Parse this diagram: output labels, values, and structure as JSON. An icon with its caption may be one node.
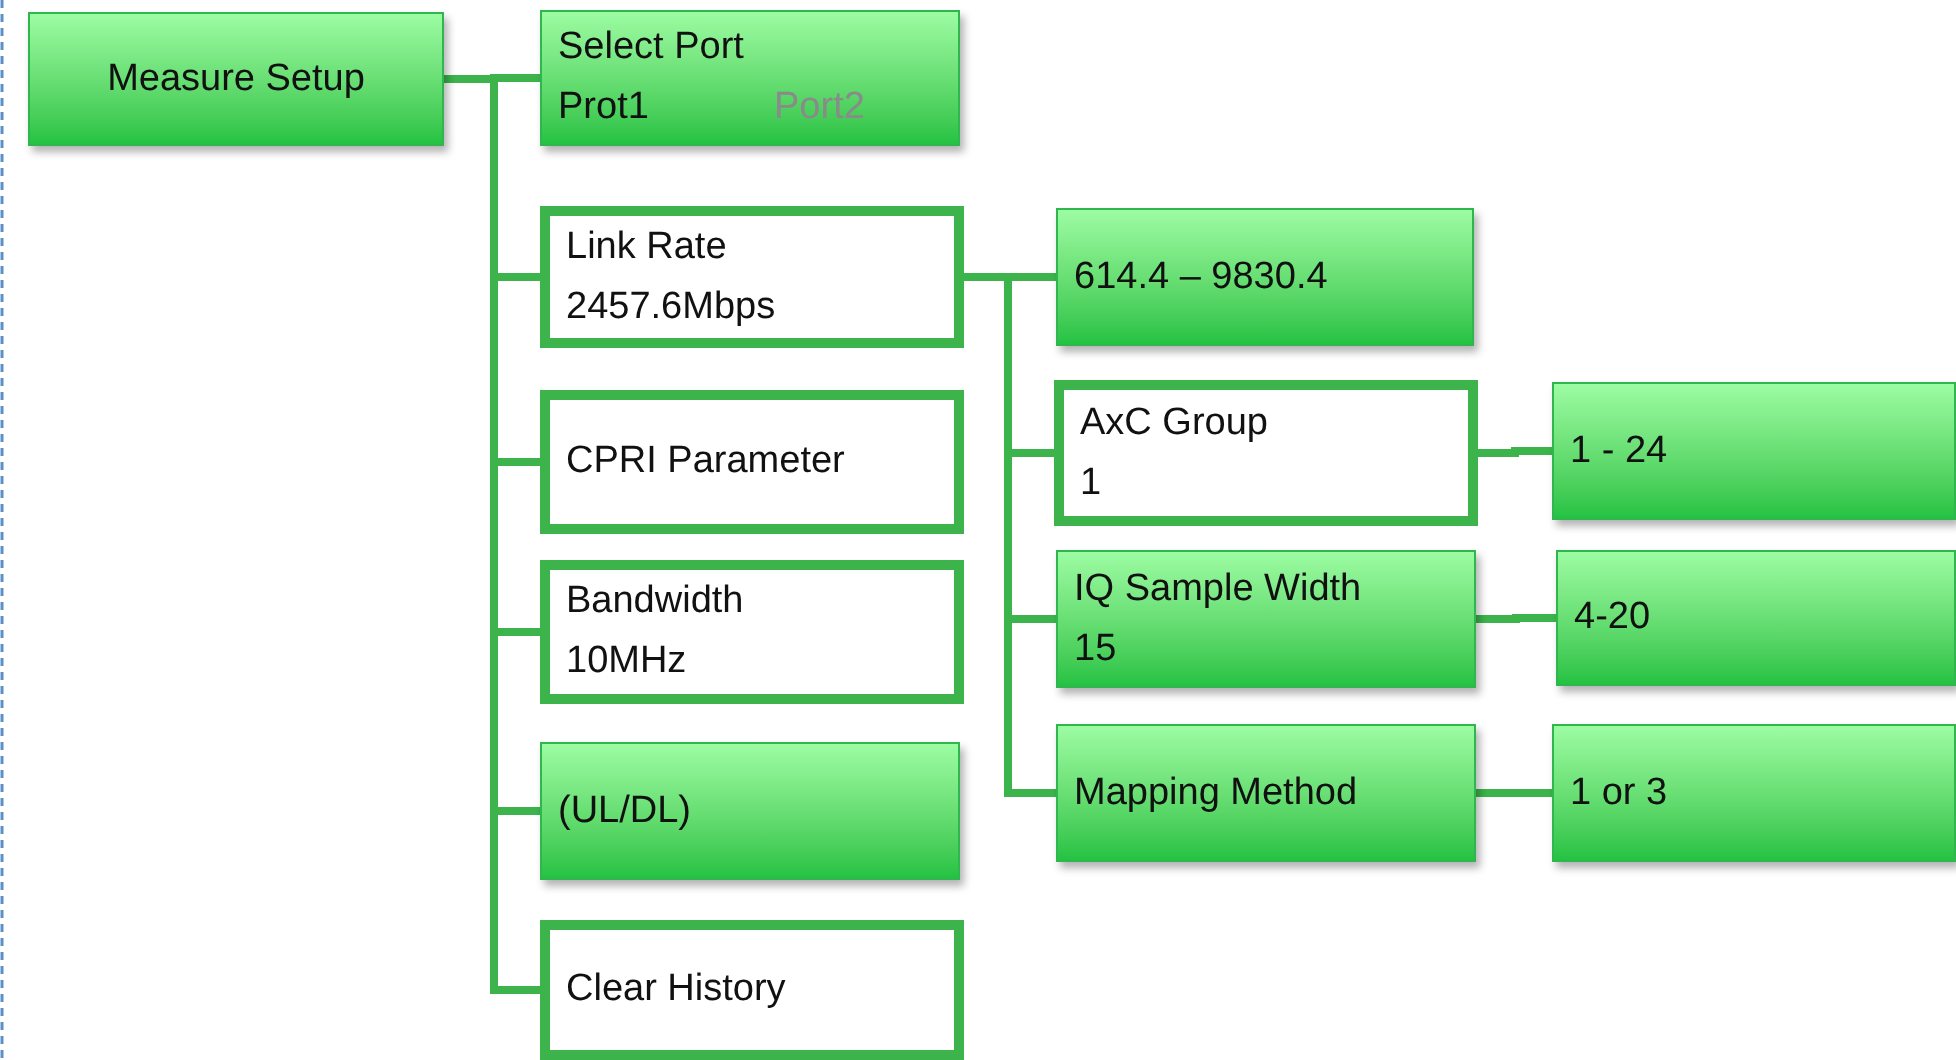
{
  "diagram": {
    "nodes": [
      {
        "text": [
          "Measure Setup"
        ]
      },
      {
        "text": [
          "Select Port",
          "Prot1",
          "Port2"
        ]
      },
      {
        "text": [
          "Link Rate",
          "2457.6Mbps"
        ]
      },
      {
        "text": [
          "CPRI Parameter"
        ]
      },
      {
        "text": [
          "Bandwidth",
          "10MHz"
        ]
      },
      {
        "text": [
          "(UL/DL)"
        ]
      },
      {
        "text": [
          "Clear History"
        ]
      },
      {
        "text": [
          "614.4 – 9830.4"
        ]
      },
      {
        "text": [
          "AxC Group",
          "1"
        ]
      },
      {
        "text": [
          "IQ Sample Width",
          "15"
        ]
      },
      {
        "text": [
          "Mapping Method"
        ]
      },
      {
        "text": [
          "1 - 24"
        ]
      },
      {
        "text": [
          "4-20"
        ]
      },
      {
        "text": [
          "1 or 3"
        ]
      }
    ],
    "edges": [
      {
        "from": 0,
        "to": 1,
        "arrow": "none"
      },
      {
        "from": 0,
        "to": 2,
        "arrow": "none"
      },
      {
        "from": 0,
        "to": 3,
        "arrow": "none"
      },
      {
        "from": 0,
        "to": 4,
        "arrow": "none"
      },
      {
        "from": 0,
        "to": 5,
        "arrow": "none"
      },
      {
        "from": 0,
        "to": 6,
        "arrow": "none"
      },
      {
        "from": 2,
        "to": 7,
        "arrow": "none"
      },
      {
        "from": 2,
        "to": 8,
        "arrow": "none"
      },
      {
        "from": 2,
        "to": 9,
        "arrow": "none"
      },
      {
        "from": 2,
        "to": 10,
        "arrow": "none"
      },
      {
        "from": 8,
        "to": 11,
        "arrow": "none"
      },
      {
        "from": 9,
        "to": 12,
        "arrow": "none"
      },
      {
        "from": 10,
        "to": 13,
        "arrow": "none"
      }
    ]
  }
}
